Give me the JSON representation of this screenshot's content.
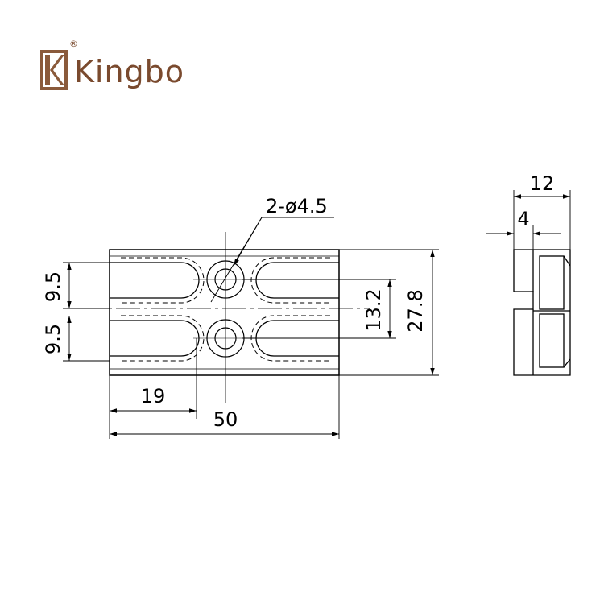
{
  "brand": {
    "name": "Kingbo",
    "registered_mark": "®",
    "color": "#7a4a2e"
  },
  "dimensions": {
    "hole_callout": "2-ø4.5",
    "overall_length": "50",
    "hole_offset": "19",
    "pitch_top": "9.5",
    "pitch_bottom": "9.5",
    "hole_spacing": "13.2",
    "overall_height": "27.8",
    "side_width": "12",
    "side_step": "4"
  }
}
